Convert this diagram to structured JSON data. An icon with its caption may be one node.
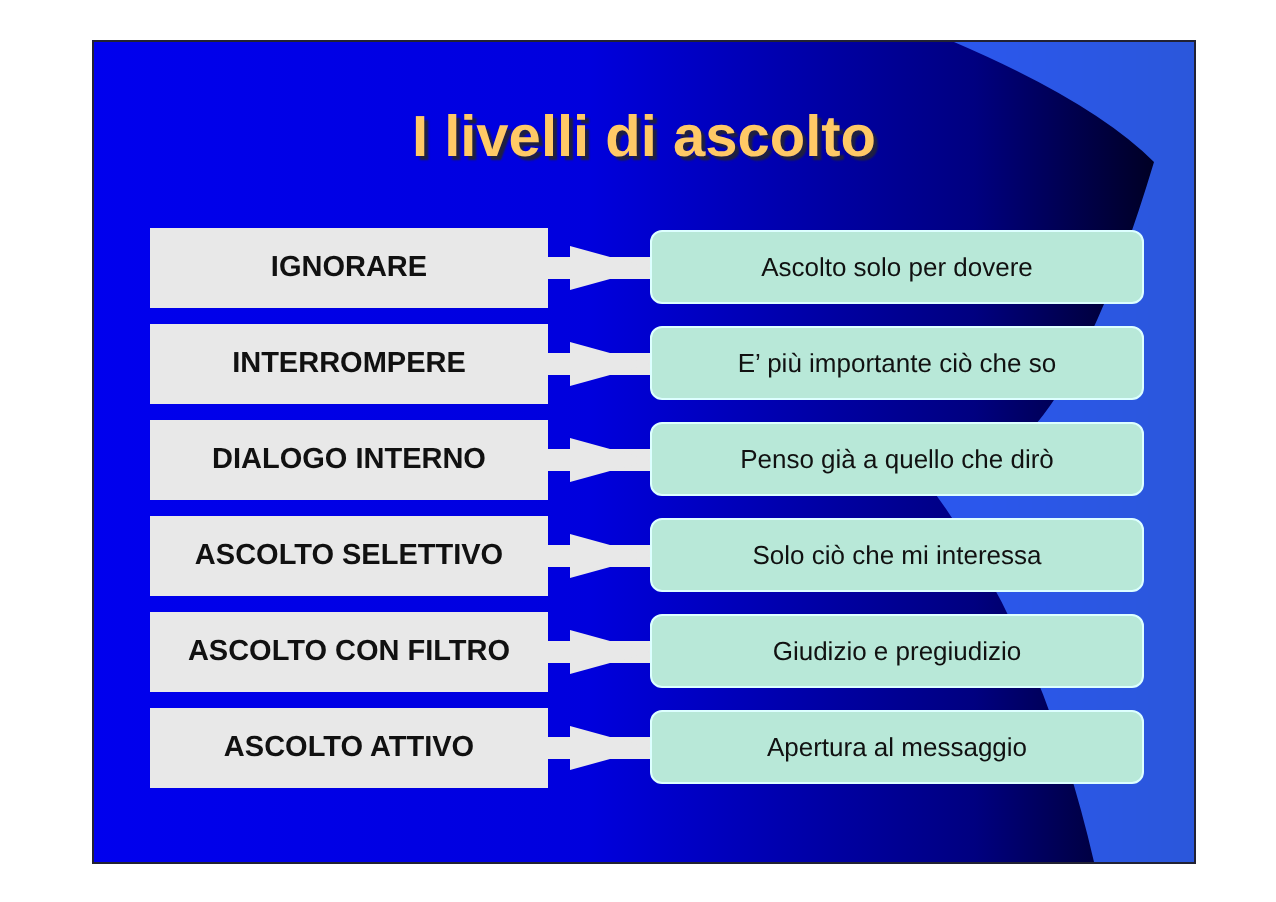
{
  "diagram": {
    "title": "I livelli di ascolto",
    "nodes": [
      {
        "text": [
          "IGNORARE"
        ]
      },
      {
        "text": [
          "INTERROMPERE"
        ]
      },
      {
        "text": [
          "DIALOGO INTERNO"
        ]
      },
      {
        "text": [
          "ASCOLTO SELETTIVO"
        ]
      },
      {
        "text": [
          "ASCOLTO CON FILTRO"
        ]
      },
      {
        "text": [
          "ASCOLTO ATTIVO"
        ]
      },
      {
        "text": [
          "Ascolto solo per dovere"
        ]
      },
      {
        "text": [
          "E’ più importante ciò che so"
        ]
      },
      {
        "text": [
          "Penso già a quello che dirò"
        ]
      },
      {
        "text": [
          "Solo ciò che mi interessa"
        ]
      },
      {
        "text": [
          "Giudizio e pregiudizio"
        ]
      },
      {
        "text": [
          "Apertura al messaggio"
        ]
      }
    ],
    "edges": [
      {
        "from": 0,
        "to": 6,
        "arrow": "to"
      },
      {
        "from": 1,
        "to": 7,
        "arrow": "to"
      },
      {
        "from": 2,
        "to": 8,
        "arrow": "to"
      },
      {
        "from": 3,
        "to": 9,
        "arrow": "to"
      },
      {
        "from": 4,
        "to": 10,
        "arrow": "to"
      },
      {
        "from": 5,
        "to": 11,
        "arrow": "to"
      }
    ]
  }
}
